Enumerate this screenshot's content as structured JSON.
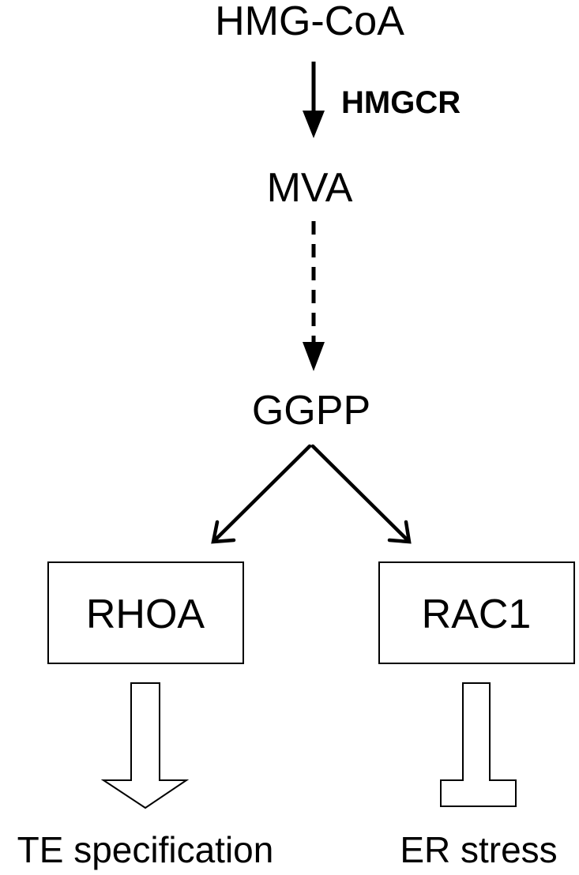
{
  "nodes": {
    "hmgcoa": "HMG-CoA",
    "mva": "MVA",
    "ggpp": "GGPP",
    "rhoa": "RHOA",
    "rac1": "RAC1"
  },
  "enzyme": "HMGCR",
  "outcomes": {
    "te": "TE specification",
    "er": "ER stress"
  }
}
